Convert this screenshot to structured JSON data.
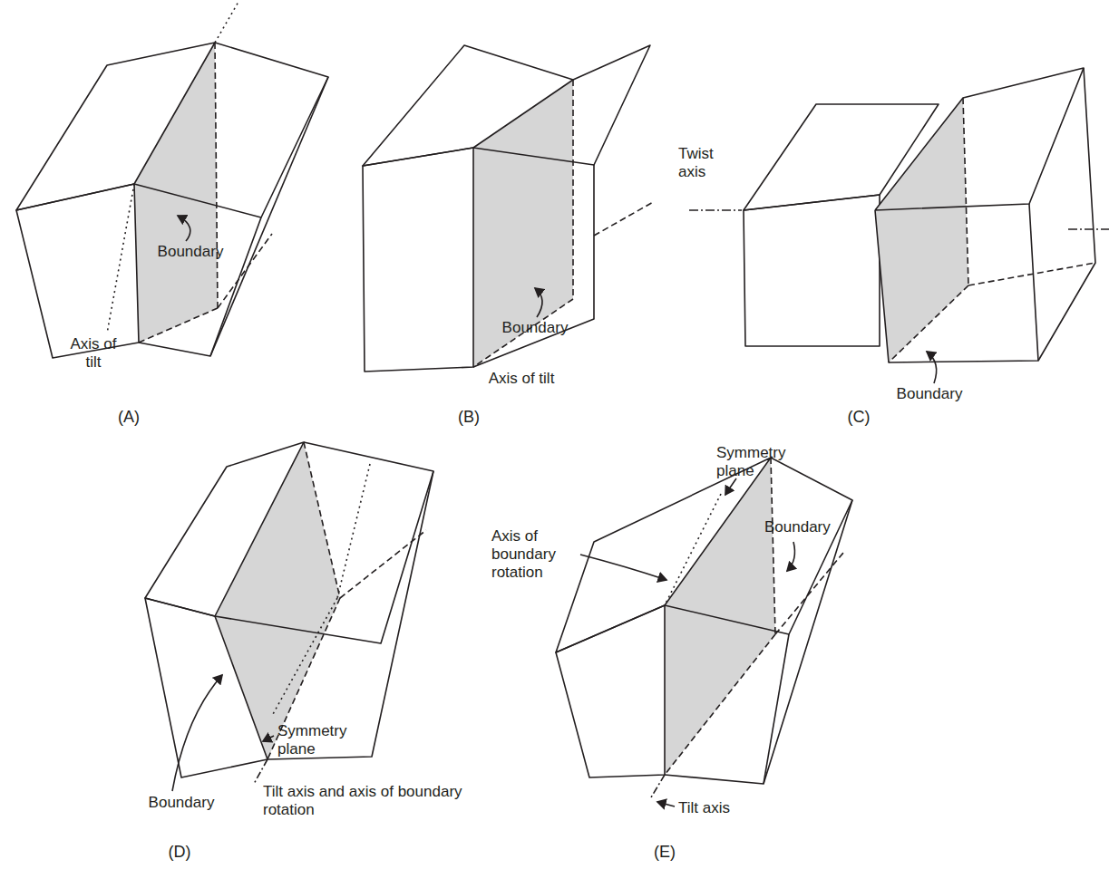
{
  "diagram": {
    "labels": [
      "Axis of tilt",
      "Boundary",
      "(A)",
      "Boundary",
      "Axis of tilt",
      "(B)",
      "Twist axis",
      "Boundary",
      "(C)",
      "Boundary",
      "Symmetry plane",
      "Tilt axis and axis of boundary rotation",
      "(D)",
      "Symmetry plane",
      "Axis of boundary rotation",
      "Boundary",
      "Tilt axis",
      "(E)"
    ]
  }
}
